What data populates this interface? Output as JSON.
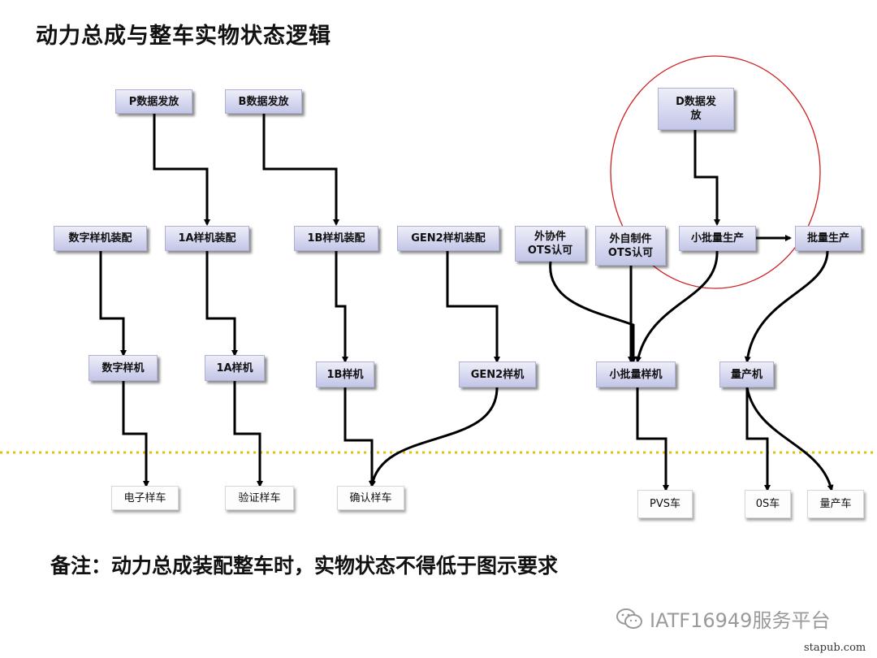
{
  "title": "动力总成与整车实物状态逻辑",
  "note": "备注：动力总成装配整车时，实物状态不得低于图示要求",
  "nodes": {
    "p_data": "P数据发放",
    "b_data": "B数据发放",
    "d_data_line1": "D数据发",
    "d_data_line2": "放",
    "digital_assembly": "数字样机装配",
    "assembly_1a": "1A样机装配",
    "assembly_1b": "1B样机装配",
    "assembly_gen2": "GEN2样机装配",
    "ots_outsourced_line1": "外协件",
    "ots_outsourced_line2": "OTS认可",
    "ots_inhouse_line1": "外自制件",
    "ots_inhouse_line2": "OTS认可",
    "small_batch_production": "小批量生产",
    "batch_production": "批量生产",
    "digital_prototype": "数字样机",
    "prototype_1a": "1A样机",
    "prototype_1b": "1B样机",
    "prototype_gen2": "GEN2样机",
    "small_batch_prototype": "小批量样机",
    "mass_production_engine": "量产机",
    "electronic_sample_car": "电子样车",
    "verification_sample_car": "验证样车",
    "confirmation_sample_car": "确认样车",
    "pvs_car": "PVS车",
    "os_car": "0S车",
    "mass_production_car": "量产车"
  },
  "watermark": "IATF16949服务平台",
  "site": "stapub.com",
  "colors": {
    "box_fill": "#d6d8f0",
    "box_border": "#aeb1d6",
    "divider": "#e0c400",
    "circle": "#d02020",
    "line": "#000000"
  }
}
